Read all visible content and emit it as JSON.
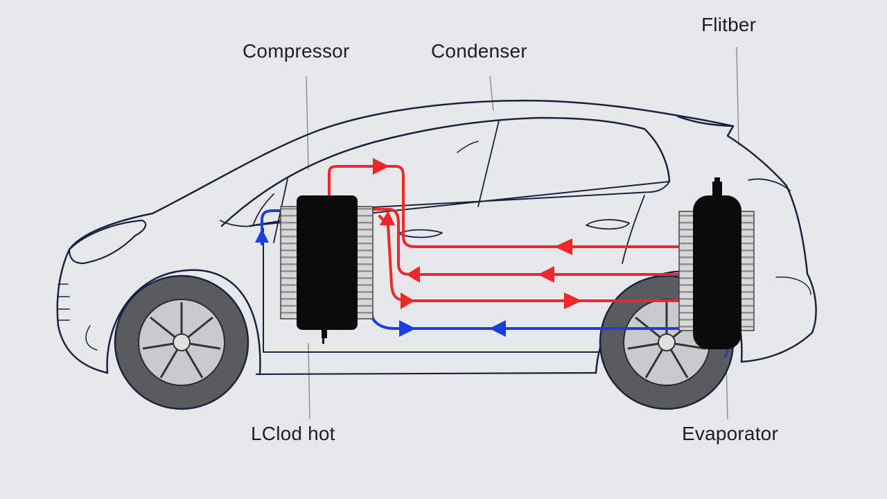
{
  "labels": {
    "compressor": "Compressor",
    "condenser": "Condenser",
    "filter": "Flitber",
    "bottom_left": "LClod hot",
    "evaporator": "Evaporator"
  },
  "colors": {
    "background": "#e7e8ea",
    "outline": "#1b2240",
    "hot_line": "#f0262a",
    "cold_line": "#1a3fe0",
    "component": "#0b0b0c",
    "fins": "#8f8f8f"
  },
  "icons": [
    "car-outline",
    "wheel-icon",
    "arrow-icon"
  ]
}
